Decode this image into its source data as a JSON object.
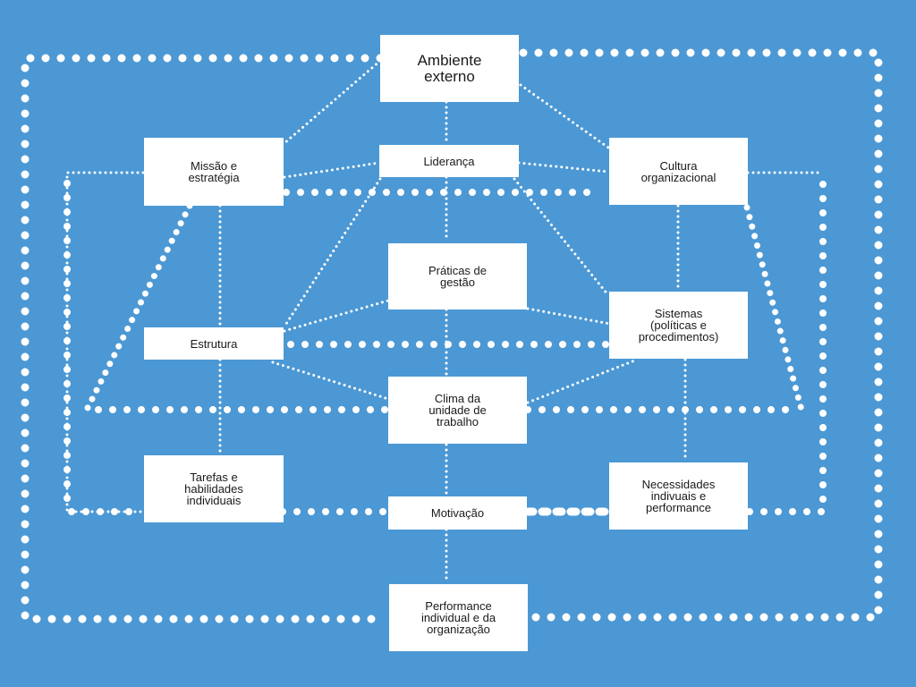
{
  "colors": {
    "background": "#4c98d4",
    "box": "#ffffff",
    "text": "#1a1a1a",
    "dots": "#ffffff"
  },
  "nodes": {
    "ambiente_externo": "Ambiente\nexterno",
    "missao_estrategia": "Missão e\nestratégia",
    "lideranca": "Liderança",
    "cultura_organizacional": "Cultura\norganizacional",
    "praticas_gestao": "Práticas de\ngestão",
    "estrutura": "Estrutura",
    "sistemas": "Sistemas\n(políticas e\nprocedimentos)",
    "clima_unidade": "Clima da\nunidade de\ntrabalho",
    "tarefas_habilidades": "Tarefas e\nhabilidades\nindividuais",
    "necessidades": "Necessidades\nindivuais e\nperformance",
    "motivacao": "Motivação",
    "performance": "Performance\nindividual e da\norganização"
  }
}
